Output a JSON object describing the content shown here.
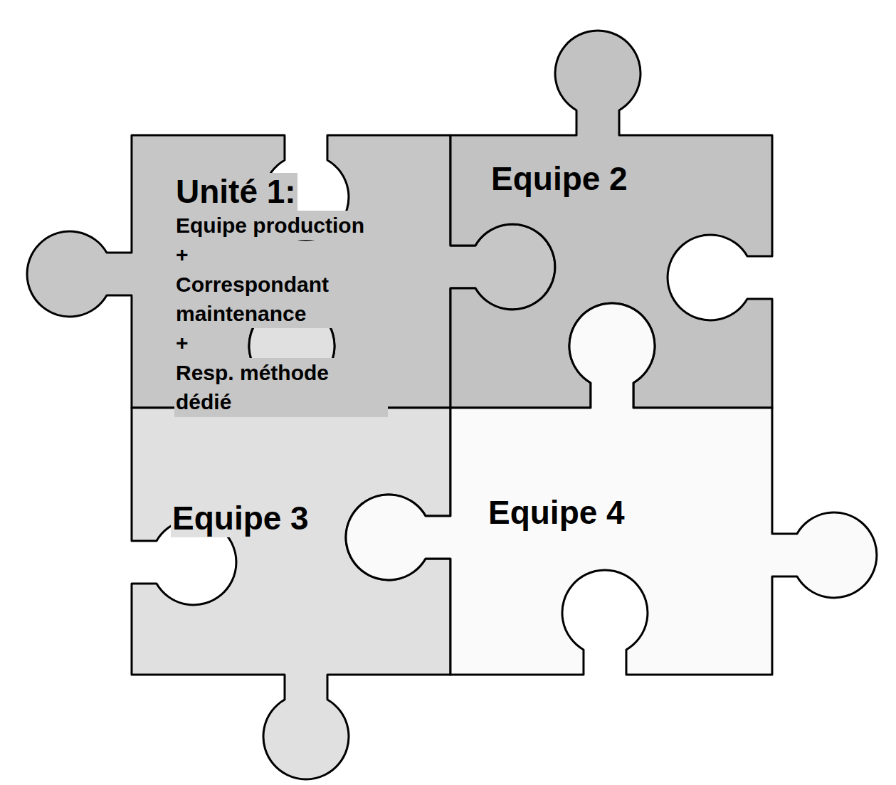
{
  "diagram": {
    "nodes": [
      {
        "text": [
          "Unité 1:",
          "Equipe production",
          "+",
          "Correspondant maintenance",
          "+",
          "Resp. méthode dédié"
        ]
      },
      {
        "text": [
          "Equipe 2"
        ]
      },
      {
        "text": [
          "Equipe 3"
        ]
      },
      {
        "text": [
          "Equipe 4"
        ]
      }
    ]
  }
}
